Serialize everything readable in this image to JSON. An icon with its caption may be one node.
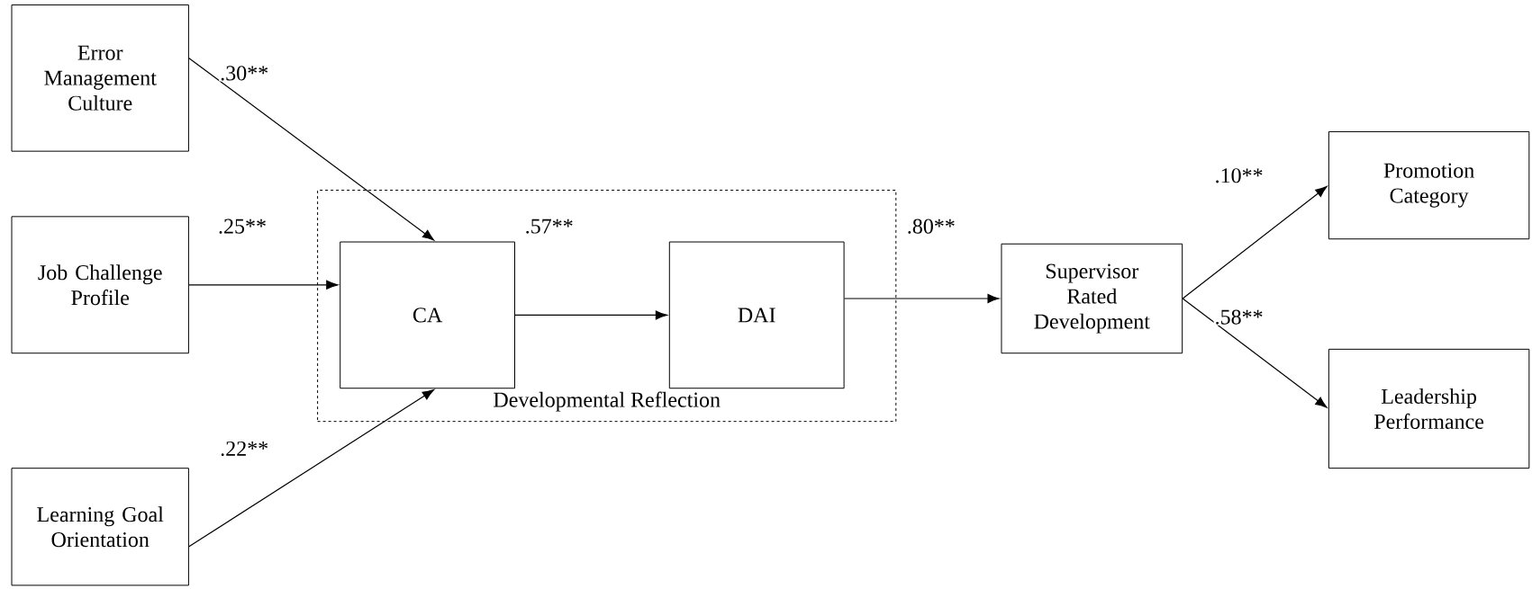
{
  "diagram": {
    "nodes": [
      {
        "text": [
          "Error Management Culture"
        ]
      },
      {
        "text": [
          "Job Challenge Profile"
        ]
      },
      {
        "text": [
          "Learning Goal Orientation"
        ]
      },
      {
        "text": [
          "Developmental Reflection"
        ]
      },
      {
        "text": [
          "CA"
        ],
        "in": 3
      },
      {
        "text": [
          "DAI"
        ],
        "in": 3
      },
      {
        "text": [
          "Supervisor Rated Development"
        ]
      },
      {
        "text": [
          "Promotion Category"
        ]
      },
      {
        "text": [
          "Leadership Performance"
        ]
      }
    ],
    "edges": [
      {
        "from": 0,
        "to": 4,
        "arrow": "to",
        "label": ".30**"
      },
      {
        "from": 1,
        "to": 4,
        "arrow": "to",
        "label": ".25**"
      },
      {
        "from": 2,
        "to": 4,
        "arrow": "to",
        "label": ".22**"
      },
      {
        "from": 4,
        "to": 5,
        "arrow": "to",
        "label": ".57**"
      },
      {
        "from": 5,
        "to": 6,
        "arrow": "to",
        "label": ".80**"
      },
      {
        "from": 6,
        "to": 7,
        "arrow": "to",
        "label": ".10**"
      },
      {
        "from": 6,
        "to": 8,
        "arrow": "to",
        "label": ".58**"
      }
    ]
  }
}
